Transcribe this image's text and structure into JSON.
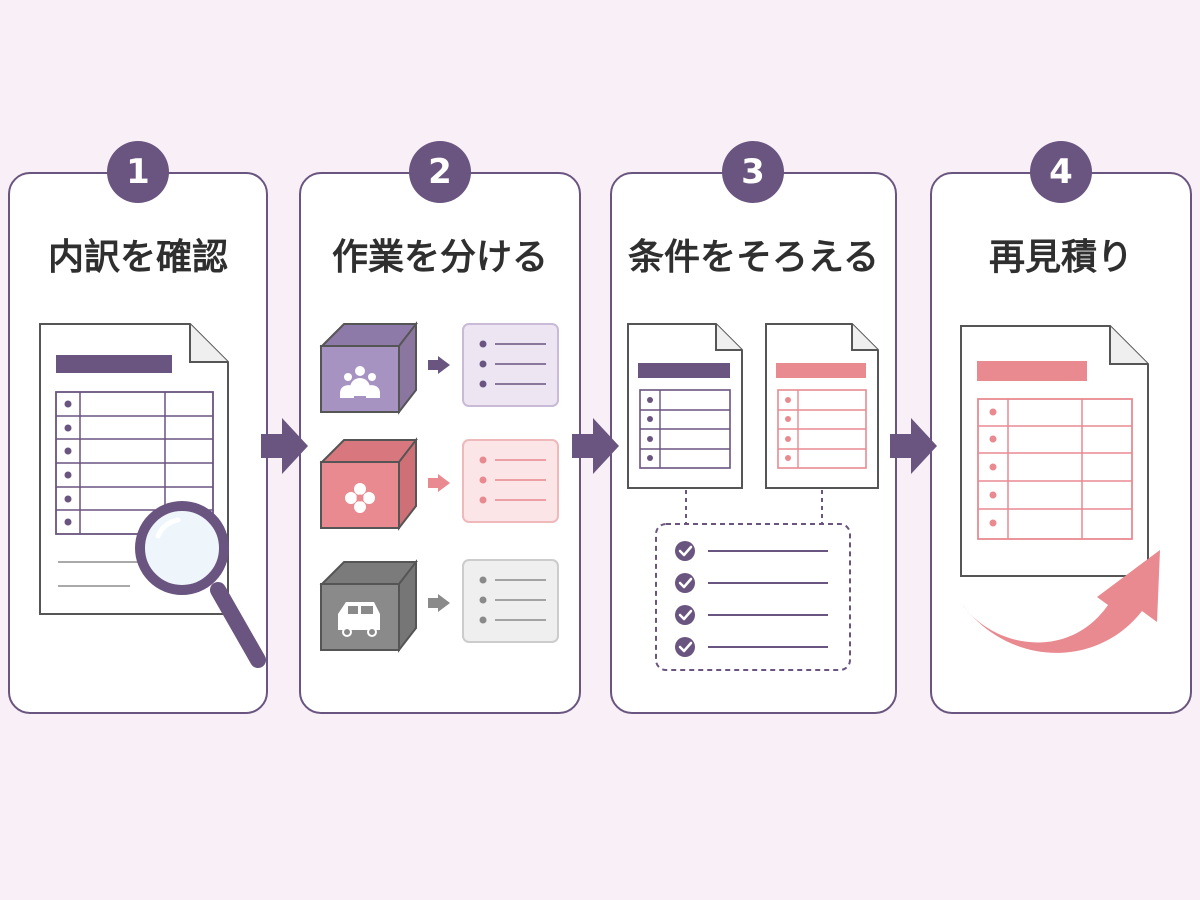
{
  "colors": {
    "purple": "#6a5480",
    "purple_light": "#ede6f2",
    "box_purple": "#a793c2",
    "pink": "#e88a90",
    "pink_light": "#fbe5e6",
    "grey": "#8a8a8a",
    "grey_light": "#efefef",
    "background": "#f8f0f6"
  },
  "steps": [
    {
      "number": "1",
      "title": "内訳を確認"
    },
    {
      "number": "2",
      "title": "作業を分ける"
    },
    {
      "number": "3",
      "title": "条件をそろえる"
    },
    {
      "number": "4",
      "title": "再見積り"
    }
  ],
  "icons": {
    "step1": [
      "document-table-icon",
      "magnifier-icon"
    ],
    "step2": [
      "people-box-icon",
      "flower-box-icon",
      "car-box-icon",
      "list-card-icon"
    ],
    "step3": [
      "document-table-icon",
      "checklist-icon"
    ],
    "step4": [
      "document-table-icon",
      "curved-arrow-icon"
    ],
    "connectors": "arrow-right-icon"
  }
}
